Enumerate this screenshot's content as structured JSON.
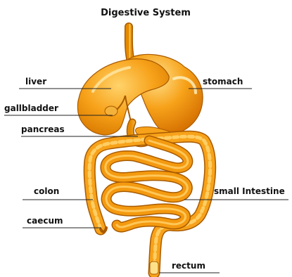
{
  "title": "Digestive  System",
  "labels": {
    "liver": "liver",
    "gallbladder": "gallbladder",
    "pancreas": "pancreas",
    "colon": "colon",
    "caecum": "caecum",
    "stomach": "stomach",
    "small_intestine": "small Intestine",
    "rectum": "rectum"
  },
  "colors": {
    "organ_fill": "#f7a21a",
    "organ_light": "#ffd36b",
    "organ_shadow": "#d97a00",
    "outline": "#a85a00",
    "leader_line": "#222222"
  }
}
